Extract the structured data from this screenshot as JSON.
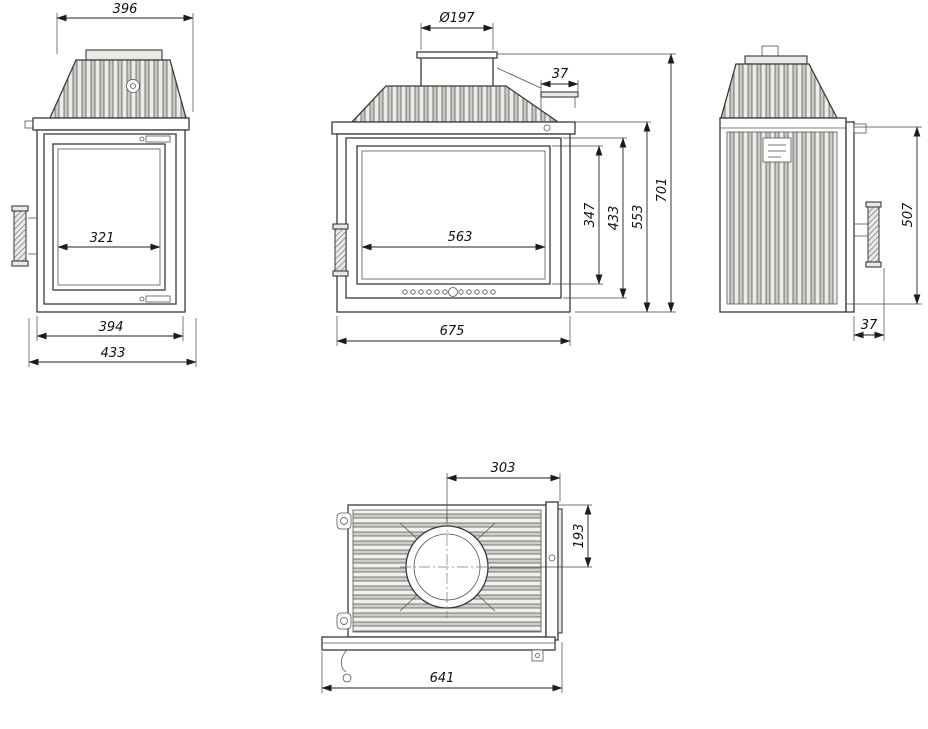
{
  "drawing": {
    "type": "fireplace-insert-technical-drawing",
    "ink_color": "#3a3a3a",
    "background": "#ffffff"
  },
  "views": {
    "side_left": {
      "name": "left-side-view",
      "dims": {
        "top_depth": "396",
        "glass_width": "321",
        "base_depth": "394",
        "total_depth": "433"
      }
    },
    "front": {
      "name": "front-view",
      "dims": {
        "flue_diameter": "Ø197",
        "bracket_offset": "37",
        "glass_width": "563",
        "glass_height": "347",
        "door_height": "433",
        "body_height": "553",
        "total_height": "701",
        "total_width": "675"
      }
    },
    "side_right": {
      "name": "right-side-view",
      "dims": {
        "body_height": "507",
        "handle_offset": "37"
      }
    },
    "top": {
      "name": "top-view",
      "dims": {
        "flue_to_back": "303",
        "flue_offset": "193",
        "base_width": "641"
      }
    }
  }
}
